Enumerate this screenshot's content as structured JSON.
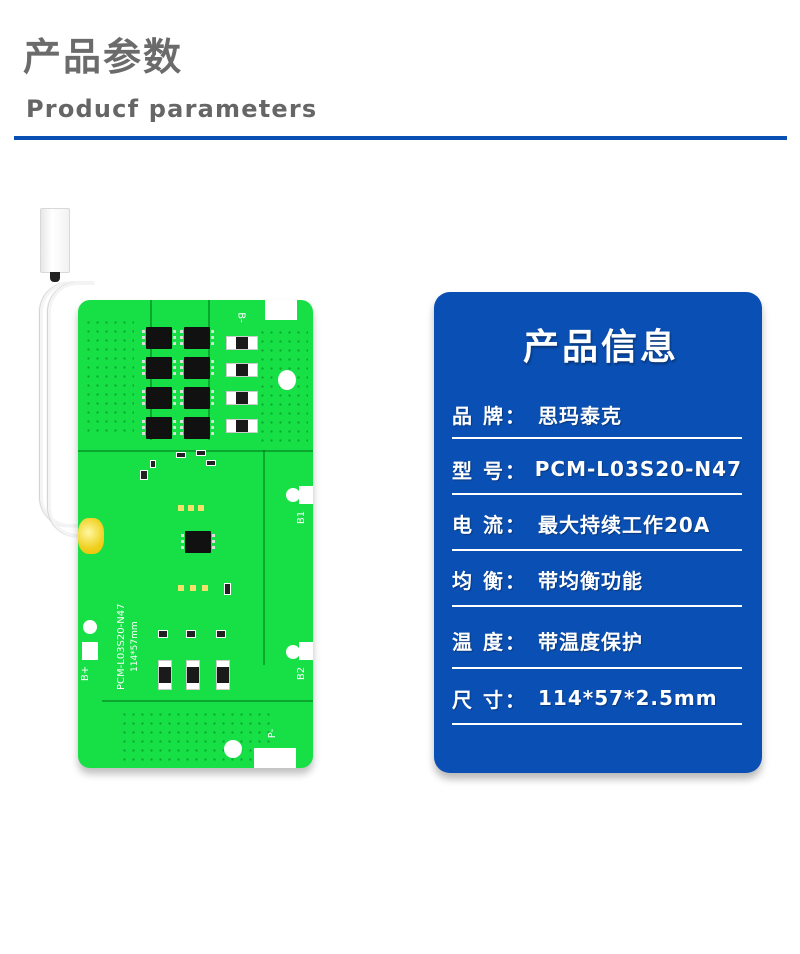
{
  "header": {
    "title_cn": "产品参数",
    "title_en": "Producf parameters",
    "rule_color": "#0a4fb3"
  },
  "product_image": {
    "board_color": "#17e046",
    "silkscreen": {
      "model": "PCM-L03S20-N47",
      "size": "114*57mm",
      "b_minus": "B-",
      "b_plus": "B+",
      "b1": "B1",
      "b2": "B2",
      "p_minus": "P-"
    }
  },
  "info_card": {
    "title": "产品信息",
    "background": "#0a4fb3",
    "rows": [
      {
        "label": "品 牌：",
        "value": "思玛泰克"
      },
      {
        "label": "型  号：",
        "value": "PCM-L03S20-N47"
      },
      {
        "label": "电  流：",
        "value": "最大持续工作20A"
      },
      {
        "label": "均  衡：",
        "value": "带均衡功能"
      },
      {
        "label": "温  度：",
        "value": "带温度保护"
      },
      {
        "label": "尺  寸：",
        "value": "114*57*2.5mm"
      }
    ]
  }
}
